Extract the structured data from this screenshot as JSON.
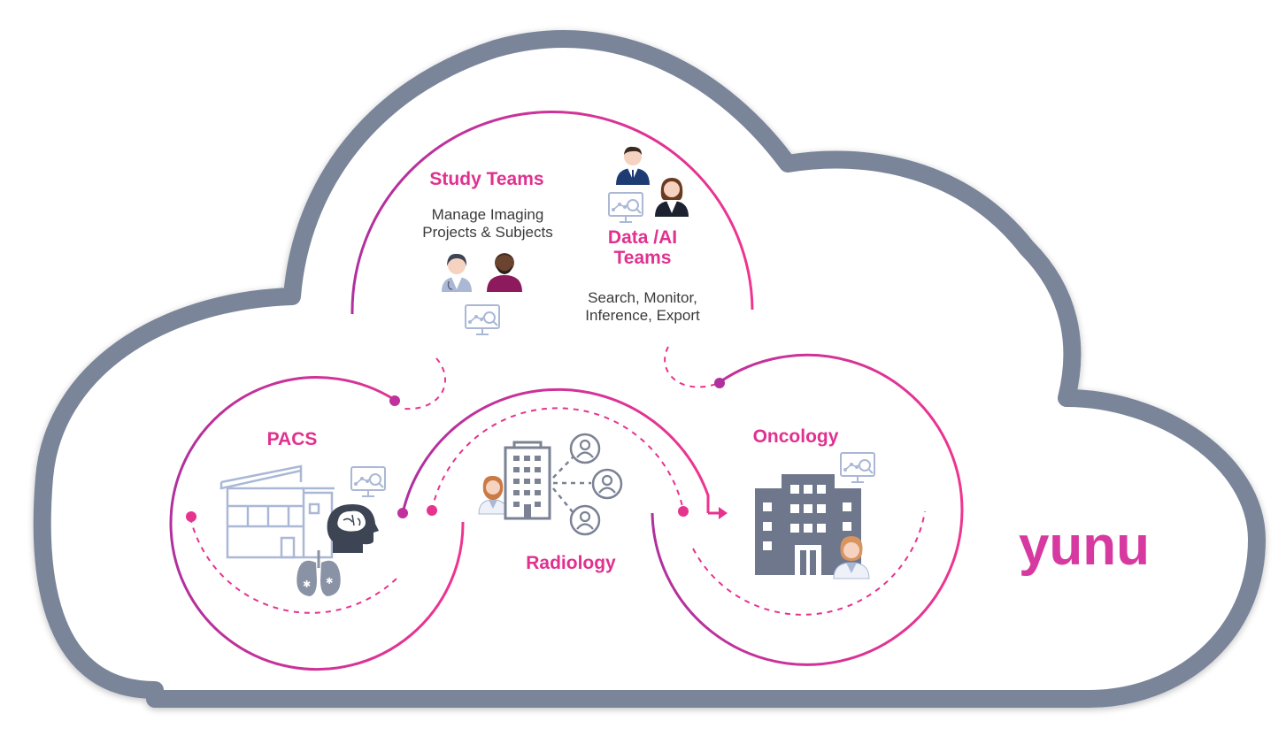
{
  "colors": {
    "cloud_stroke": "#7a8599",
    "cloud_fill": "#ffffff",
    "accent_pink": "#e6338f",
    "accent_purple": "#b0309e",
    "icon_gray": "#5e6478",
    "icon_light": "#aab8d6",
    "brand": "#d63aa0"
  },
  "groups": {
    "study_teams": {
      "title": "Study Teams",
      "description_line1": "Manage Imaging",
      "description_line2": "Projects & Subjects",
      "icons": [
        "female-doctor-icon",
        "man-icon",
        "monitor-chart-icon"
      ]
    },
    "data_ai_teams": {
      "title_line1": "Data /AI",
      "title_line2": "Teams",
      "description_line1": "Search, Monitor,",
      "description_line2": "Inference, Export",
      "icons": [
        "businessman-icon",
        "businesswoman-icon",
        "monitor-chart-icon"
      ]
    },
    "pacs": {
      "title": "PACS",
      "icons": [
        "building-outline-icon",
        "brain-head-icon",
        "lungs-icon",
        "monitor-chart-icon"
      ]
    },
    "radiology": {
      "title": "Radiology",
      "icons": [
        "office-building-icon",
        "doctor-icon",
        "user-circle-icon"
      ]
    },
    "oncology": {
      "title": "Oncology",
      "icons": [
        "hospital-building-icon",
        "doctor-icon",
        "monitor-chart-icon"
      ]
    }
  },
  "brand": {
    "logo_text": "yunu"
  }
}
